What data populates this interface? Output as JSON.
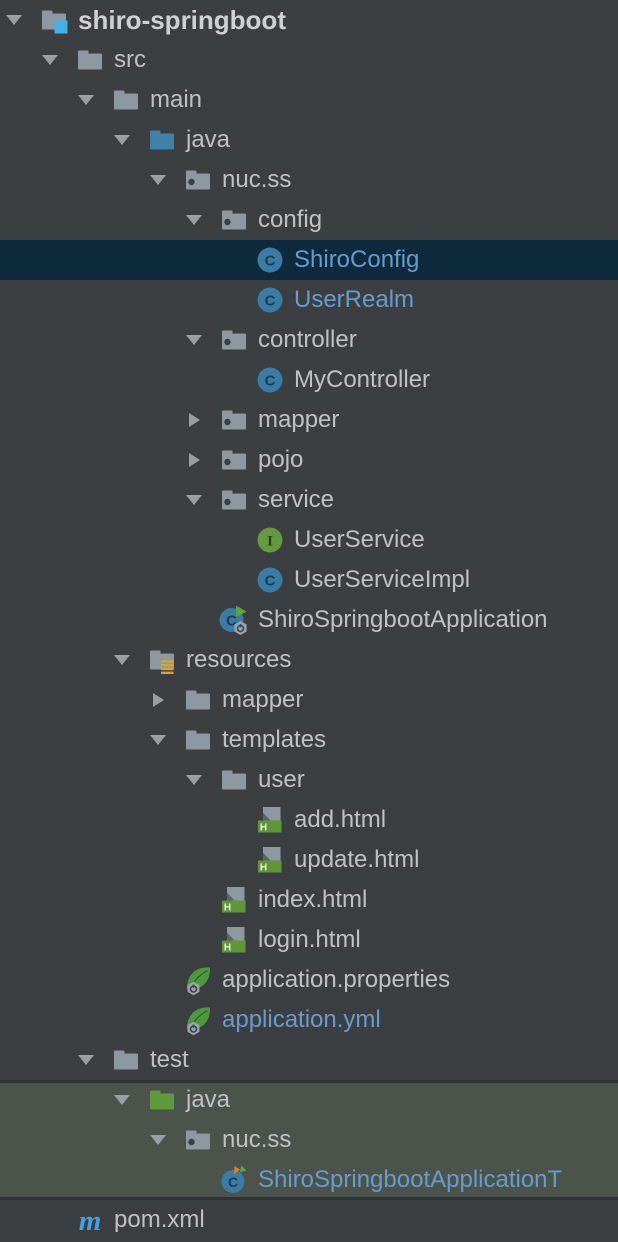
{
  "colors": {
    "background": "#3c3f42",
    "selected_row_bg": "#0e2b3e",
    "highlight_row_bg": "#4a544b",
    "text": "#c0c1c2",
    "modified_text": "#689bce",
    "folder": "#8e98a0",
    "source_folder_blue": "#3f81a8",
    "test_source_folder_green": "#5f9a3a",
    "class_icon_blue": "#3a7ca6",
    "interface_icon_green": "#649940",
    "html_icon_green": "#5f9638",
    "spring_leaf_green": "#4c9a3d",
    "maven_blue": "#4aa0de",
    "resources_badge_orange": "#d7a13d",
    "project_badge_blue": "#41b1e8",
    "arrow": "#9b9fa3",
    "run_triangle_green": "#5ba53c",
    "test_triangle_orange": "#e07a2f"
  },
  "tree": {
    "rows": [
      {
        "label": "shiro-springboot",
        "level": 0,
        "icon": "project-folder",
        "arrow": "expanded",
        "bold": true,
        "modified": false,
        "selected": false,
        "highlighted": false
      },
      {
        "label": "src",
        "level": 1,
        "icon": "folder",
        "arrow": "expanded",
        "bold": false,
        "modified": false,
        "selected": false,
        "highlighted": false
      },
      {
        "label": "main",
        "level": 2,
        "icon": "folder",
        "arrow": "expanded",
        "bold": false,
        "modified": false,
        "selected": false,
        "highlighted": false
      },
      {
        "label": "java",
        "level": 3,
        "icon": "source-folder",
        "arrow": "expanded",
        "bold": false,
        "modified": false,
        "selected": false,
        "highlighted": false
      },
      {
        "label": "nuc.ss",
        "level": 4,
        "icon": "package",
        "arrow": "expanded",
        "bold": false,
        "modified": false,
        "selected": false,
        "highlighted": false
      },
      {
        "label": "config",
        "level": 5,
        "icon": "package",
        "arrow": "expanded",
        "bold": false,
        "modified": false,
        "selected": false,
        "highlighted": false
      },
      {
        "label": "ShiroConfig",
        "level": 6,
        "icon": "class",
        "arrow": null,
        "bold": false,
        "modified": true,
        "selected": true,
        "highlighted": false
      },
      {
        "label": "UserRealm",
        "level": 6,
        "icon": "class",
        "arrow": null,
        "bold": false,
        "modified": true,
        "selected": false,
        "highlighted": false
      },
      {
        "label": "controller",
        "level": 5,
        "icon": "package",
        "arrow": "expanded",
        "bold": false,
        "modified": false,
        "selected": false,
        "highlighted": false
      },
      {
        "label": "MyController",
        "level": 6,
        "icon": "class",
        "arrow": null,
        "bold": false,
        "modified": false,
        "selected": false,
        "highlighted": false
      },
      {
        "label": "mapper",
        "level": 5,
        "icon": "package",
        "arrow": "collapsed",
        "bold": false,
        "modified": false,
        "selected": false,
        "highlighted": false
      },
      {
        "label": "pojo",
        "level": 5,
        "icon": "package",
        "arrow": "collapsed",
        "bold": false,
        "modified": false,
        "selected": false,
        "highlighted": false
      },
      {
        "label": "service",
        "level": 5,
        "icon": "package",
        "arrow": "expanded",
        "bold": false,
        "modified": false,
        "selected": false,
        "highlighted": false
      },
      {
        "label": "UserService",
        "level": 6,
        "icon": "interface",
        "arrow": null,
        "bold": false,
        "modified": false,
        "selected": false,
        "highlighted": false
      },
      {
        "label": "UserServiceImpl",
        "level": 6,
        "icon": "class",
        "arrow": null,
        "bold": false,
        "modified": false,
        "selected": false,
        "highlighted": false
      },
      {
        "label": "ShiroSpringbootApplication",
        "level": 5,
        "icon": "springboot-class",
        "arrow": null,
        "bold": false,
        "modified": false,
        "selected": false,
        "highlighted": false
      },
      {
        "label": "resources",
        "level": 3,
        "icon": "resources-folder",
        "arrow": "expanded",
        "bold": false,
        "modified": false,
        "selected": false,
        "highlighted": false
      },
      {
        "label": "mapper",
        "level": 4,
        "icon": "folder",
        "arrow": "collapsed",
        "bold": false,
        "modified": false,
        "selected": false,
        "highlighted": false
      },
      {
        "label": "templates",
        "level": 4,
        "icon": "folder",
        "arrow": "expanded",
        "bold": false,
        "modified": false,
        "selected": false,
        "highlighted": false
      },
      {
        "label": "user",
        "level": 5,
        "icon": "folder",
        "arrow": "expanded",
        "bold": false,
        "modified": false,
        "selected": false,
        "highlighted": false
      },
      {
        "label": "add.html",
        "level": 6,
        "icon": "html-file",
        "arrow": null,
        "bold": false,
        "modified": false,
        "selected": false,
        "highlighted": false
      },
      {
        "label": "update.html",
        "level": 6,
        "icon": "html-file",
        "arrow": null,
        "bold": false,
        "modified": false,
        "selected": false,
        "highlighted": false
      },
      {
        "label": "index.html",
        "level": 5,
        "icon": "html-file",
        "arrow": null,
        "bold": false,
        "modified": false,
        "selected": false,
        "highlighted": false
      },
      {
        "label": "login.html",
        "level": 5,
        "icon": "html-file",
        "arrow": null,
        "bold": false,
        "modified": false,
        "selected": false,
        "highlighted": false
      },
      {
        "label": "application.properties",
        "level": 4,
        "icon": "spring-config",
        "arrow": null,
        "bold": false,
        "modified": false,
        "selected": false,
        "highlighted": false
      },
      {
        "label": "application.yml",
        "level": 4,
        "icon": "spring-config",
        "arrow": null,
        "bold": false,
        "modified": true,
        "selected": false,
        "highlighted": false
      },
      {
        "label": "test",
        "level": 2,
        "icon": "folder",
        "arrow": "expanded",
        "bold": false,
        "modified": false,
        "selected": false,
        "highlighted": false
      },
      {
        "label": "java",
        "level": 3,
        "icon": "test-source-folder",
        "arrow": "expanded",
        "bold": false,
        "modified": false,
        "selected": false,
        "highlighted": true
      },
      {
        "label": "nuc.ss",
        "level": 4,
        "icon": "package",
        "arrow": "expanded",
        "bold": false,
        "modified": false,
        "selected": false,
        "highlighted": true
      },
      {
        "label": "ShiroSpringbootApplicationT",
        "level": 5,
        "icon": "test-class",
        "arrow": null,
        "bold": false,
        "modified": true,
        "selected": false,
        "highlighted": true
      },
      {
        "label": "pom.xml",
        "level": 1,
        "icon": "maven-file",
        "arrow": null,
        "bold": false,
        "modified": false,
        "selected": false,
        "highlighted": false
      }
    ]
  }
}
